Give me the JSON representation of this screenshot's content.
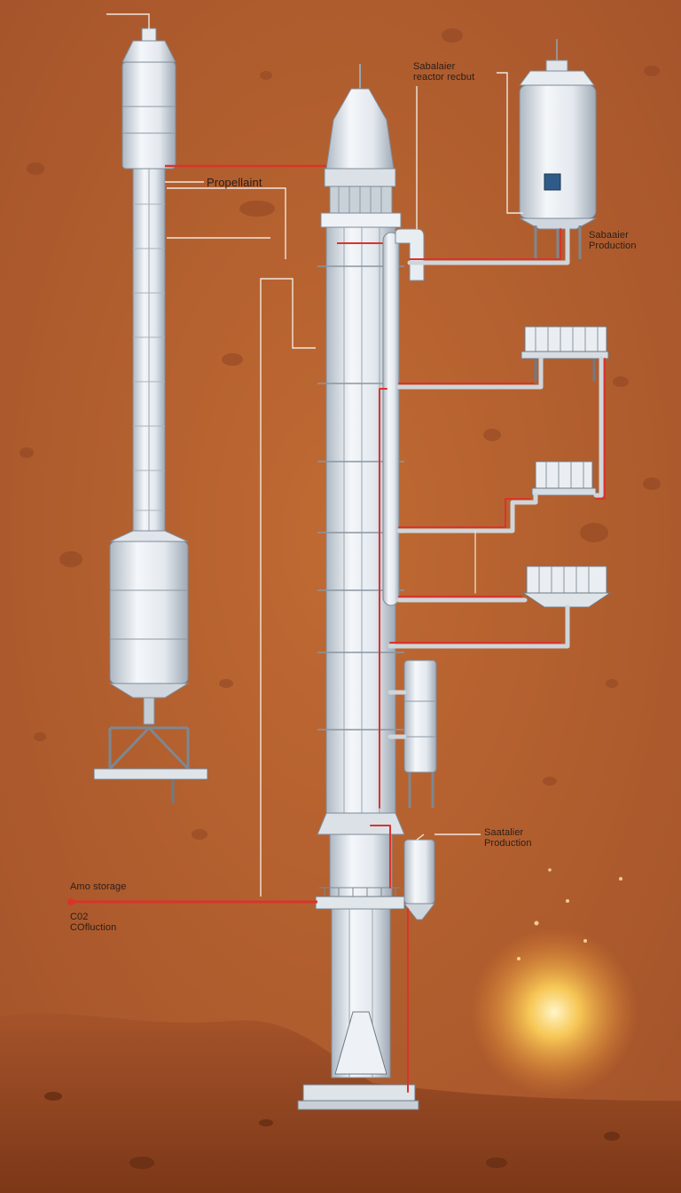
{
  "labels": {
    "propellant": "Propellaint",
    "sabatier_reactor_line1": "Sabalaier",
    "sabatier_reactor_line2": "reactor recbut",
    "sabatier_production_right_line1": "Sabaaier",
    "sabatier_production_right_line2": "Production",
    "sabatier_production_mid_line1": "Saatalier",
    "sabatier_production_mid_line2": "Production",
    "amo_storage": "Amo storage",
    "co2_line1": "C02",
    "co2_line2": "COfluction"
  },
  "colors": {
    "mars_surface": "#b8622c",
    "mars_ground": "#8e4420",
    "tank_white": "#eef2f6",
    "tank_shade": "#b9c2cc",
    "pipe_red": "#d8342c",
    "pipe_grey": "#cfd5db",
    "sun_glow": "#ffd35a"
  },
  "icons": [
    "sun-glow-icon",
    "crater-icon",
    "rock-icon"
  ]
}
